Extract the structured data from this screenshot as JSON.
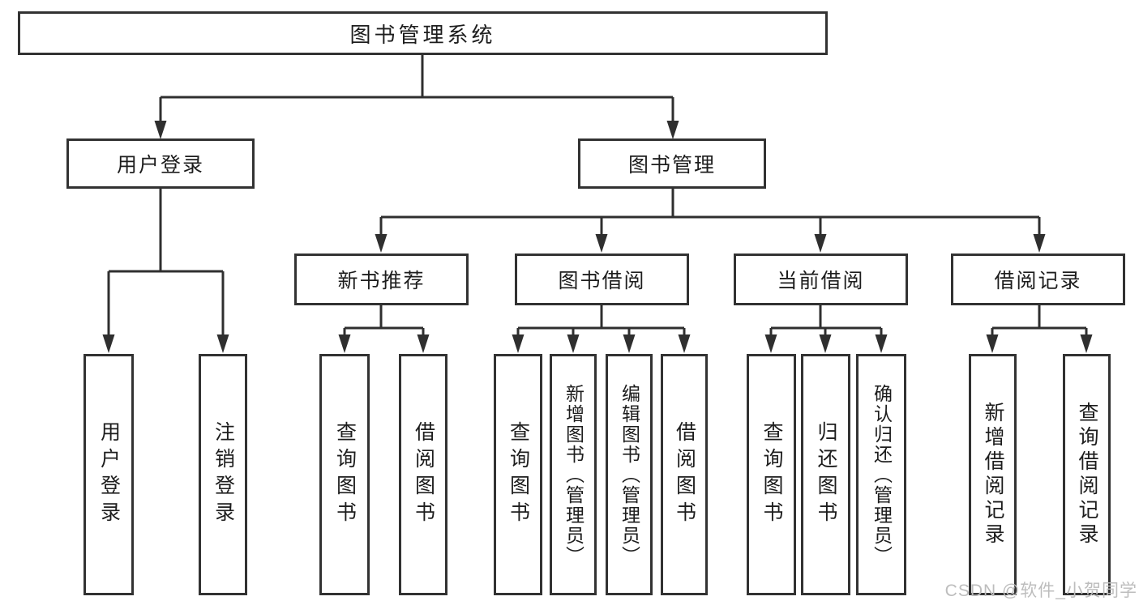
{
  "diagram": {
    "root": {
      "label": "图书管理系统"
    },
    "level1": [
      {
        "label": "用户登录"
      },
      {
        "label": "图书管理"
      }
    ],
    "level2": [
      {
        "label": "新书推荐"
      },
      {
        "label": "图书借阅"
      },
      {
        "label": "当前借阅"
      },
      {
        "label": "借阅记录"
      }
    ],
    "leaves": [
      {
        "label": "用户登录"
      },
      {
        "label": "注销登录"
      },
      {
        "label": "查询图书"
      },
      {
        "label": "借阅图书"
      },
      {
        "label": "查询图书"
      },
      {
        "label": "新增图书（管理员）"
      },
      {
        "label": "编辑图书（管理员）"
      },
      {
        "label": "借阅图书"
      },
      {
        "label": "查询图书"
      },
      {
        "label": "归还图书"
      },
      {
        "label": "确认归还（管理员）"
      },
      {
        "label": "新增借阅记录"
      },
      {
        "label": "查询借阅记录"
      }
    ]
  },
  "watermark": {
    "text": "CSDN @软件_小贺同学"
  },
  "colors": {
    "line": "#2f2f2f",
    "box_border": "#323232",
    "text": "#1d1d1d",
    "watermark": "#bdbdbd",
    "background": "#ffffff"
  }
}
